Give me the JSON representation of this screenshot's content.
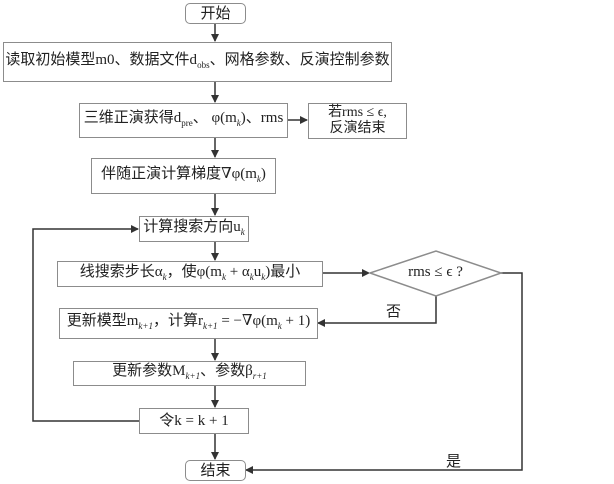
{
  "flowchart": {
    "start": "开始",
    "read_input": {
      "prefix": "读取初始模型m0、数据文件d",
      "sub": "obs",
      "suffix": "、网格参数、反演控制参数"
    },
    "forward": {
      "prefix": "三维正演获得d",
      "sub1": "pre",
      "mid": "、 φ(m",
      "sub2": "k",
      "suffix": ")、rms"
    },
    "early_stop": {
      "line1": "若rms ≤ ϵ,",
      "line2": "反演结束"
    },
    "gradient": {
      "prefix": "伴随正演计算梯度∇φ(m",
      "sub": "k",
      "suffix": ")"
    },
    "search_direction": {
      "prefix": "计算搜索方向u",
      "sub": "k"
    },
    "line_search": {
      "p1": "线搜索步长α",
      "s1": "k",
      "p2": "，使φ(m",
      "s2": "k",
      "p3": " + α",
      "s3": "k",
      "p4": "u",
      "s4": "k",
      "p5": ")最小"
    },
    "decision": "rms ≤ ϵ ?",
    "update_model": {
      "p1": "更新模型m",
      "s1": "k+1",
      "p2": "，计算r",
      "s2": "k+1",
      "p3": " = −∇φ(m",
      "s3": "k",
      "p4": " + 1)"
    },
    "update_params": {
      "p1": "更新参数M",
      "s1": "k+1",
      "p2": "、参数β",
      "s2": "r+1"
    },
    "increment": "令k = k + 1",
    "end": "结束",
    "edge_labels": {
      "no": "否",
      "yes": "是"
    }
  },
  "colors": {
    "box_border": "#8c8c8c",
    "arrow": "#333333"
  }
}
